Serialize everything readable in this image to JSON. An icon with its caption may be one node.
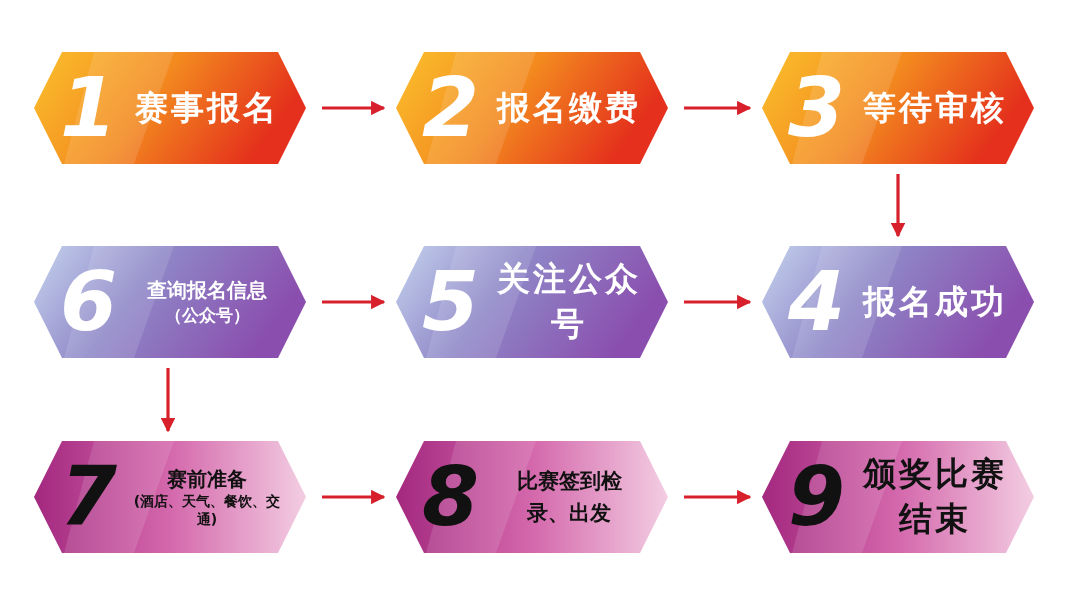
{
  "diagram": {
    "nodes": [
      {
        "text": [
          "1",
          "赛事报名"
        ]
      },
      {
        "text": [
          "2",
          "报名缴费"
        ]
      },
      {
        "text": [
          "3",
          "等待审核"
        ]
      },
      {
        "text": [
          "6",
          "查询报名信息",
          "（公众号）"
        ]
      },
      {
        "text": [
          "5",
          "关注公众号"
        ]
      },
      {
        "text": [
          "4",
          "报名成功"
        ]
      },
      {
        "text": [
          "7",
          "赛前准备",
          "(酒店、天气、餐饮、交通)"
        ]
      },
      {
        "text": [
          "8",
          "比赛签到检录、出发"
        ]
      },
      {
        "text": [
          "9",
          "颁奖比赛结束"
        ]
      }
    ],
    "edges": [
      {
        "from": 0,
        "to": 1,
        "arrow": "to"
      },
      {
        "from": 1,
        "to": 2,
        "arrow": "to"
      },
      {
        "from": 2,
        "to": 5,
        "arrow": "to"
      },
      {
        "from": 3,
        "to": 4,
        "arrow": "to"
      },
      {
        "from": 4,
        "to": 5,
        "arrow": "to"
      },
      {
        "from": 3,
        "to": 6,
        "arrow": "to"
      },
      {
        "from": 6,
        "to": 7,
        "arrow": "to"
      },
      {
        "from": 7,
        "to": 8,
        "arrow": "to"
      }
    ]
  }
}
